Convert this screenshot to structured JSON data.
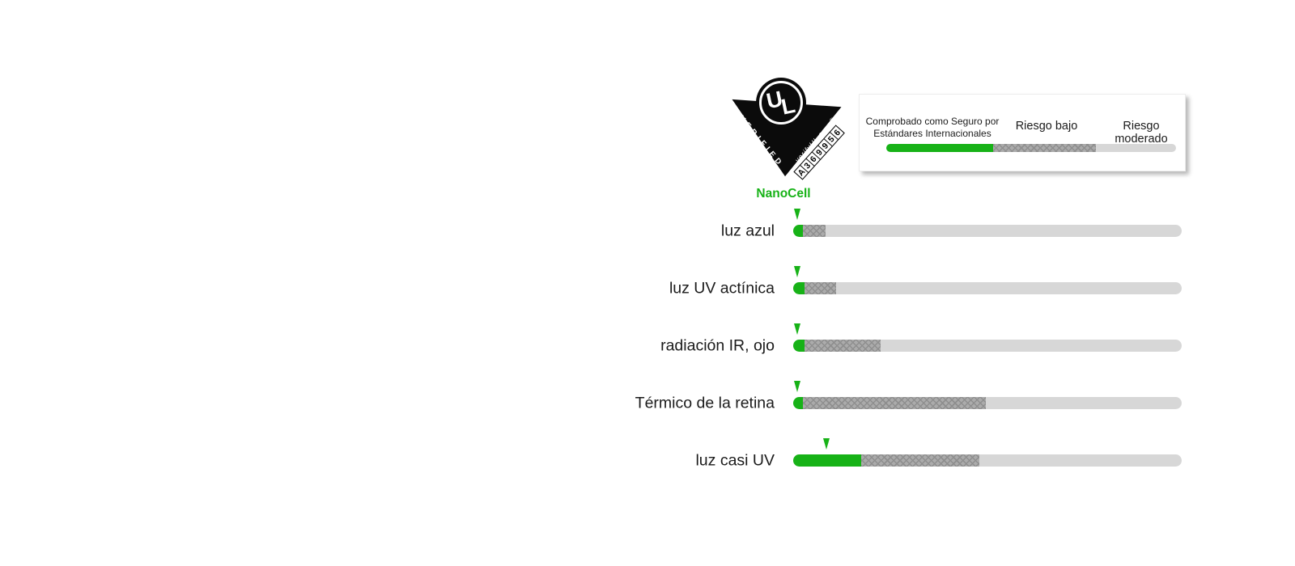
{
  "colors": {
    "green": "#17b217",
    "hatch_gray": "#ababab",
    "hatch_line": "#8f8f8f",
    "light_gray": "#d7d7d7",
    "text_dark": "#1b1b1b"
  },
  "badge": {
    "monogram_u": "U",
    "monogram_l": "L",
    "verified": "VERIFIED",
    "website": "verifyUL.com",
    "registered": "®",
    "cert_number": "A369956"
  },
  "legend": {
    "safe_line1": "Comprobado como Seguro por",
    "safe_line2": "Estándares Internacionales",
    "low": "Riesgo bajo",
    "moderate": "Riesgo moderado",
    "segments_pct": {
      "safe": 36.8,
      "low": 35.6,
      "moderate": 27.6
    }
  },
  "series_label": "NanoCell",
  "chart_data": {
    "type": "bar",
    "orientation": "horizontal-stacked",
    "title": "",
    "legend_position": "top-right",
    "legend_entries": [
      "Comprobado como Seguro por Estándares Internacionales",
      "Riesgo bajo",
      "Riesgo moderado"
    ],
    "series_marker": "NanoCell",
    "categories": [
      "luz azul",
      "luz UV actínica",
      "radiación IR, ojo",
      "Térmico de la retina",
      "luz casi UV"
    ],
    "rows": [
      {
        "label": "luz azul",
        "safe_pct": 2.5,
        "low_risk_pct": 5.8,
        "marker_pct": 1.2
      },
      {
        "label": "luz UV actínica",
        "safe_pct": 3.0,
        "low_risk_pct": 8.0,
        "marker_pct": 1.2
      },
      {
        "label": "radiación IR, ojo",
        "safe_pct": 3.0,
        "low_risk_pct": 19.5,
        "marker_pct": 1.2
      },
      {
        "label": "Térmico de la retina",
        "safe_pct": 2.5,
        "low_risk_pct": 47.0,
        "marker_pct": 1.2
      },
      {
        "label": "luz casi UV",
        "safe_pct": 17.5,
        "low_risk_pct": 30.5,
        "marker_pct": 8.8
      }
    ],
    "scale_note": "segment widths as percent of full bar length; remainder of each bar is moderate-risk light gray"
  }
}
